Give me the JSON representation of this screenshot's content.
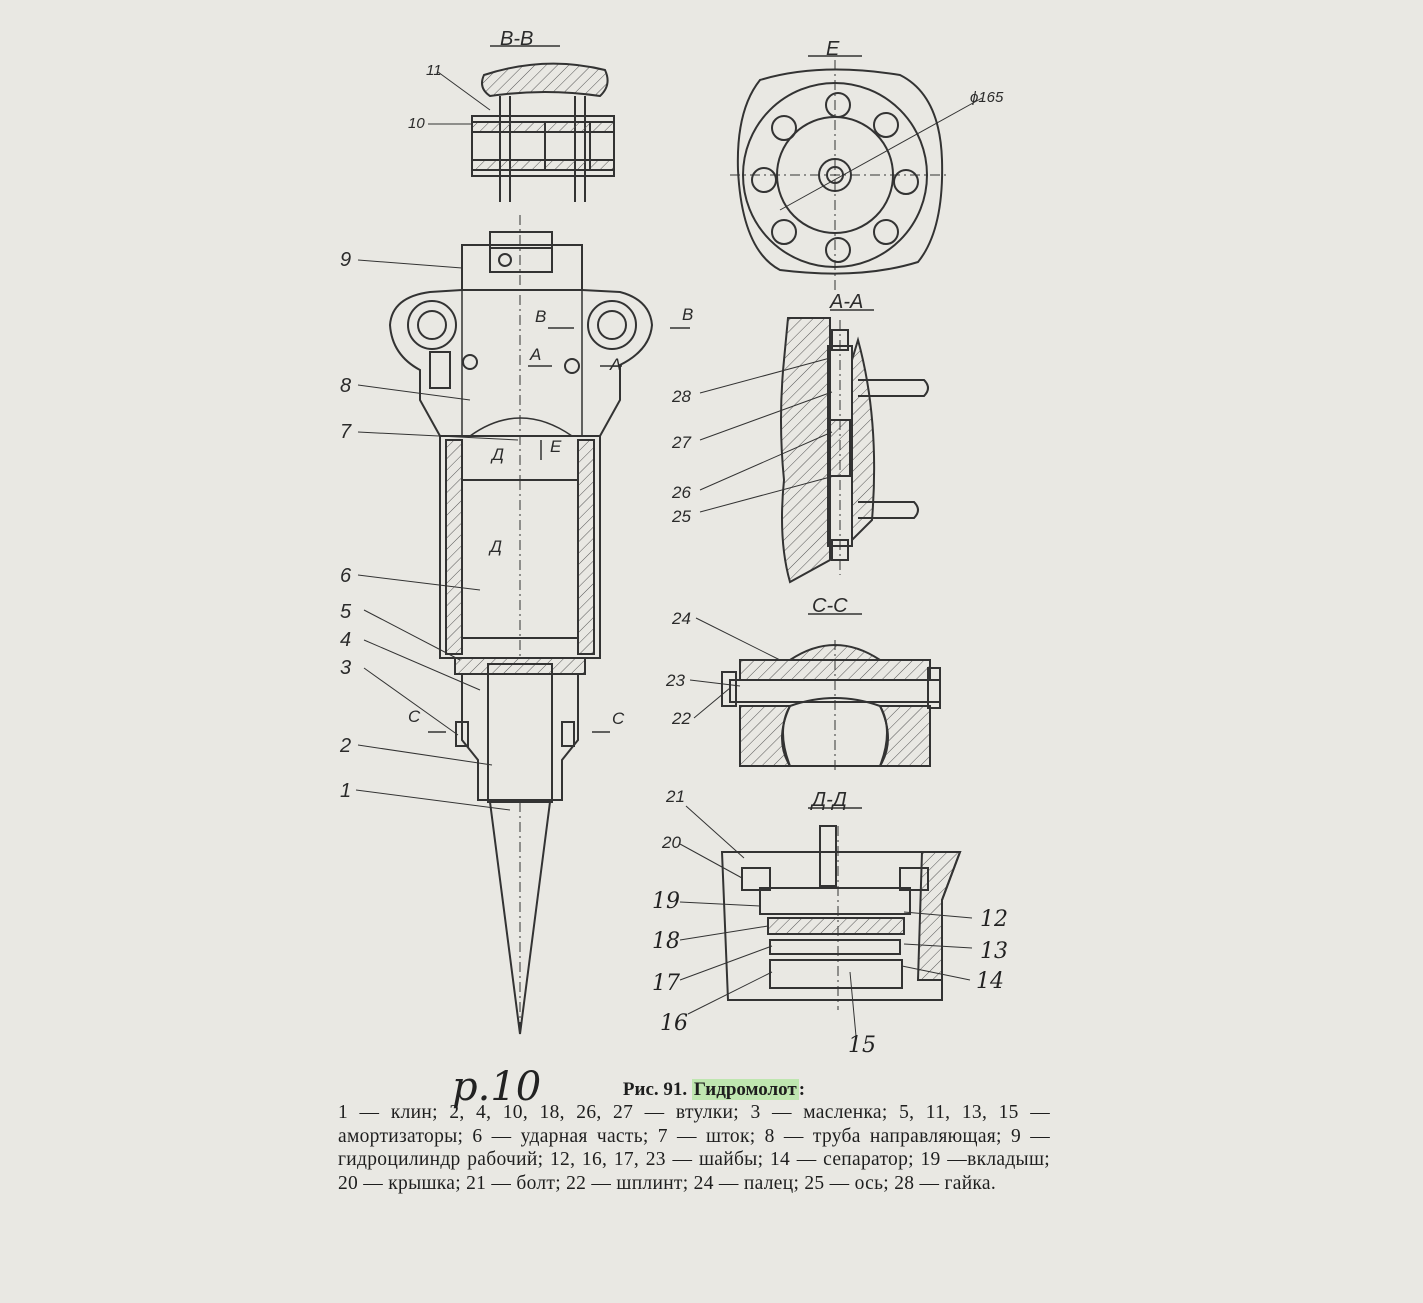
{
  "figure": {
    "views": {
      "bb": "В-В",
      "e": "Е",
      "aa": "А-А",
      "cc": "С-С",
      "dd": "Д-Д"
    },
    "diameter_label": "ϕ165",
    "section_marks": {
      "b": "В",
      "a": "А",
      "e": "Е",
      "d": "Д",
      "c": "С"
    },
    "parts_main": [
      "1",
      "2",
      "3",
      "4",
      "5",
      "6",
      "7",
      "8",
      "9",
      "10",
      "11"
    ],
    "parts_aa": [
      "28",
      "27",
      "26",
      "25"
    ],
    "parts_cc": [
      "24",
      "23",
      "22"
    ],
    "parts_dd": [
      "21",
      "20",
      "19",
      "18",
      "17",
      "16",
      "15",
      "14",
      "13",
      "12"
    ]
  },
  "handwritten_page": "р.10",
  "caption": {
    "prefix": "Рис. 91. ",
    "title": "Гидромолот",
    "colon": ":",
    "body": "1 — клин; 2, 4, 10, 18, 26, 27 — втулки; 3 — масленка; 5, 11, 13, 15 — амортизаторы; 6 — ударная часть; 7 — шток; 8 — труба направляющая; 9 — гидроцилиндр рабочий; 12, 16, 17, 23 — шайбы; 14 — сепаратор; 19 —вкладыш; 20 — крышка; 21 — болт; 22 — шплинт; 24 — палец; 25 — ось; 28 — гайка."
  },
  "colors": {
    "paper": "#e9e8e3",
    "ink": "#2b2b2b",
    "highlight": "#bfe6b0"
  }
}
